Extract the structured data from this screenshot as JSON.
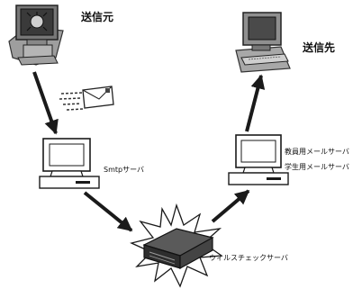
{
  "labels": {
    "sender": "送信元",
    "receiver": "送信先",
    "smtp_server": "Smtpサーバ",
    "teacher_mail_server": "教員用メールサーバ",
    "student_mail_server": "学生用メールサーバ",
    "virus_check_server": "ウィルスチェックサーバ"
  },
  "icons": {
    "sender": "infected-computer-icon",
    "mail": "mail-envelope-icon",
    "receiver": "computer-icon",
    "smtp": "desktop-computer-icon",
    "mail_server": "desktop-computer-icon",
    "virus_check": "server-burst-icon"
  },
  "colors": {
    "ink": "#111111",
    "gray": "#8a8a8a",
    "dark": "#2e2e2e"
  }
}
